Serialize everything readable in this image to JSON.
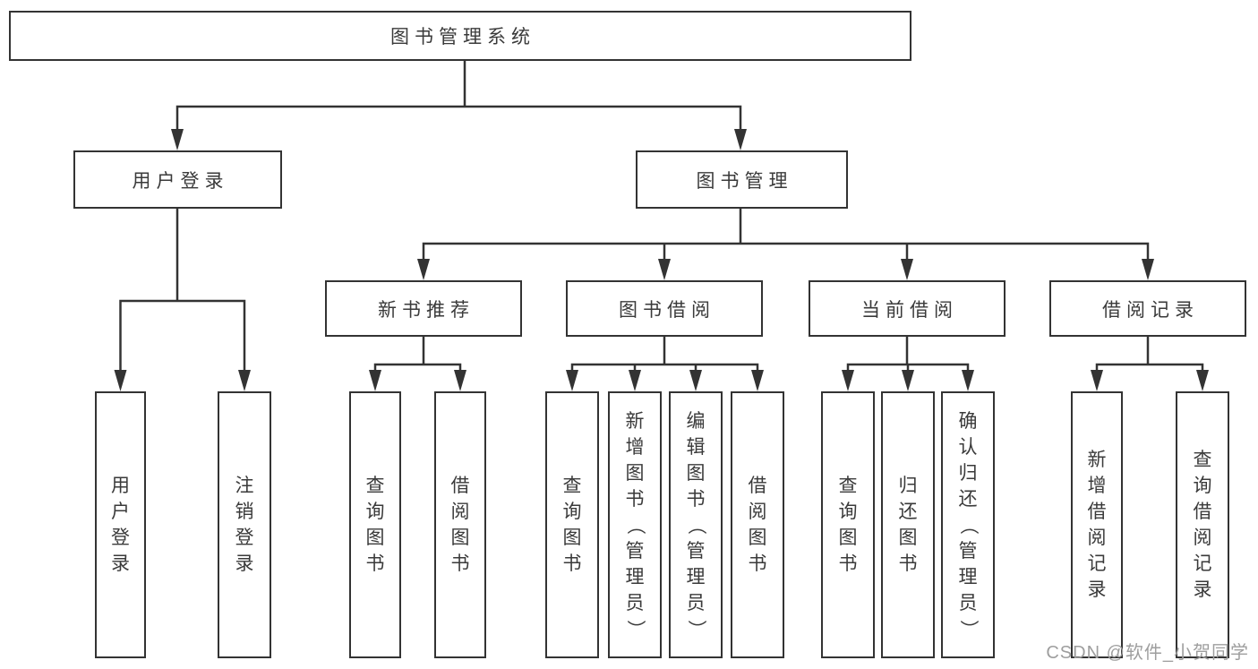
{
  "diagram": {
    "root": {
      "label": "图书管理系统"
    },
    "level2": [
      {
        "label": "用户登录"
      },
      {
        "label": "图书管理"
      }
    ],
    "level3": [
      {
        "label": "新书推荐",
        "parent": "图书管理"
      },
      {
        "label": "图书借阅",
        "parent": "图书管理"
      },
      {
        "label": "当前借阅",
        "parent": "图书管理"
      },
      {
        "label": "借阅记录",
        "parent": "图书管理"
      }
    ],
    "leaves": [
      {
        "label": "用户登录",
        "parent": "用户登录"
      },
      {
        "label": "注销登录",
        "parent": "用户登录"
      },
      {
        "label": "查询图书",
        "parent": "新书推荐"
      },
      {
        "label": "借阅图书",
        "parent": "新书推荐"
      },
      {
        "label": "查询图书",
        "parent": "图书借阅"
      },
      {
        "label": "新增图书（管理员）",
        "parent": "图书借阅"
      },
      {
        "label": "编辑图书（管理员）",
        "parent": "图书借阅"
      },
      {
        "label": "借阅图书",
        "parent": "图书借阅"
      },
      {
        "label": "查询图书",
        "parent": "当前借阅"
      },
      {
        "label": "归还图书",
        "parent": "当前借阅"
      },
      {
        "label": "确认归还（管理员）",
        "parent": "当前借阅"
      },
      {
        "label": "新增借阅记录",
        "parent": "借阅记录"
      },
      {
        "label": "查询借阅记录",
        "parent": "借阅记录"
      }
    ]
  },
  "watermark": {
    "text": "CSDN @软件_小贺同学"
  },
  "colors": {
    "line": "#333333",
    "box_border": "#333333",
    "text": "#3a3a3a",
    "watermark": "#9e9e9e",
    "background": "#ffffff"
  }
}
